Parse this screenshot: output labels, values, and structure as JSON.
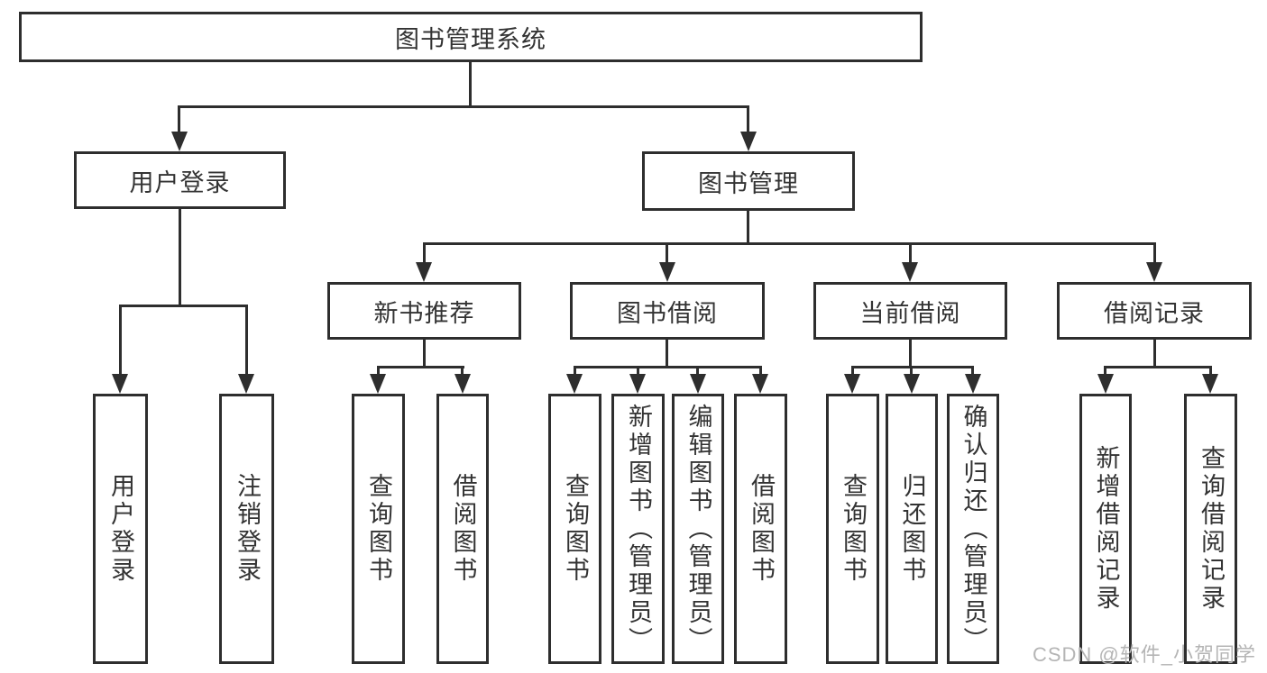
{
  "diagram": {
    "root": {
      "label": "图书管理系统"
    },
    "level2": {
      "user_login": {
        "label": "用户登录",
        "children": [
          {
            "label": "用户登录"
          },
          {
            "label": "注销登录"
          }
        ]
      },
      "book_management": {
        "label": "图书管理",
        "sections": [
          {
            "label": "新书推荐",
            "children": [
              {
                "label": "查询图书"
              },
              {
                "label": "借阅图书"
              }
            ]
          },
          {
            "label": "图书借阅",
            "children": [
              {
                "label": "查询图书"
              },
              {
                "label": "新增图书（管理员）"
              },
              {
                "label": "编辑图书（管理员）"
              },
              {
                "label": "借阅图书"
              }
            ]
          },
          {
            "label": "当前借阅",
            "children": [
              {
                "label": "查询图书"
              },
              {
                "label": "归还图书"
              },
              {
                "label": "确认归还（管理员）"
              }
            ]
          },
          {
            "label": "借阅记录",
            "children": [
              {
                "label": "新增借阅记录"
              },
              {
                "label": "查询借阅记录"
              }
            ]
          }
        ]
      }
    },
    "watermark": "CSDN @软件_小贺同学",
    "colors": {
      "line": "#2e2e2e",
      "text": "#333333",
      "watermark": "#b5b5b5",
      "background": "#ffffff"
    }
  }
}
